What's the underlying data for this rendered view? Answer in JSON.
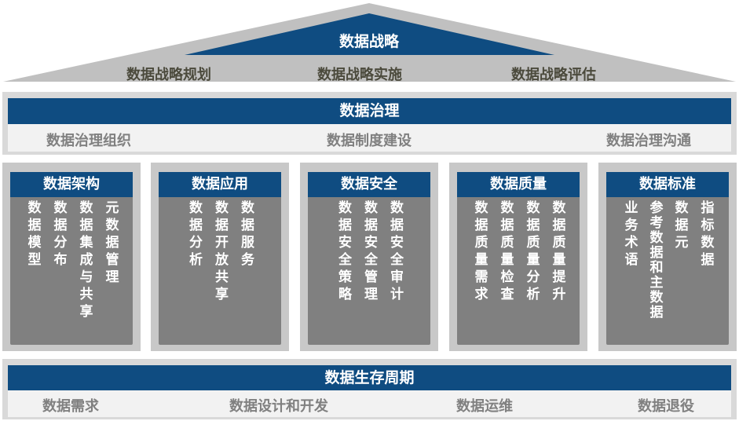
{
  "strategy": {
    "title": "数据战略",
    "items": [
      "数据战略规划",
      "数据战略实施",
      "数据战略评估"
    ]
  },
  "governance": {
    "title": "数据治理",
    "items": [
      "数据治理组织",
      "数据制度建设",
      "数据治理沟通"
    ]
  },
  "pillars": [
    {
      "title": "数据架构",
      "items": [
        "数据模型",
        "数据分布",
        "数据集成与共享",
        "元数据管理"
      ]
    },
    {
      "title": "数据应用",
      "items": [
        "数据分析",
        "数据开放共享",
        "数据服务"
      ]
    },
    {
      "title": "数据安全",
      "items": [
        "数据安全策略",
        "数据安全管理",
        "数据安全审计"
      ]
    },
    {
      "title": "数据质量",
      "items": [
        "数据质量需求",
        "数据质量检查",
        "数据质量分析",
        "数据质量提升"
      ]
    },
    {
      "title": "数据标准",
      "items": [
        "业务术语",
        "参考数据和主数据",
        "数据元",
        "指标数据"
      ]
    }
  ],
  "lifecycle": {
    "title": "数据生存周期",
    "items": [
      "数据需求",
      "数据设计和开发",
      "数据运维",
      "数据退役"
    ]
  },
  "colors": {
    "primary": "#0f4c81",
    "panel": "#808080",
    "frame": "#c8c8c8"
  }
}
